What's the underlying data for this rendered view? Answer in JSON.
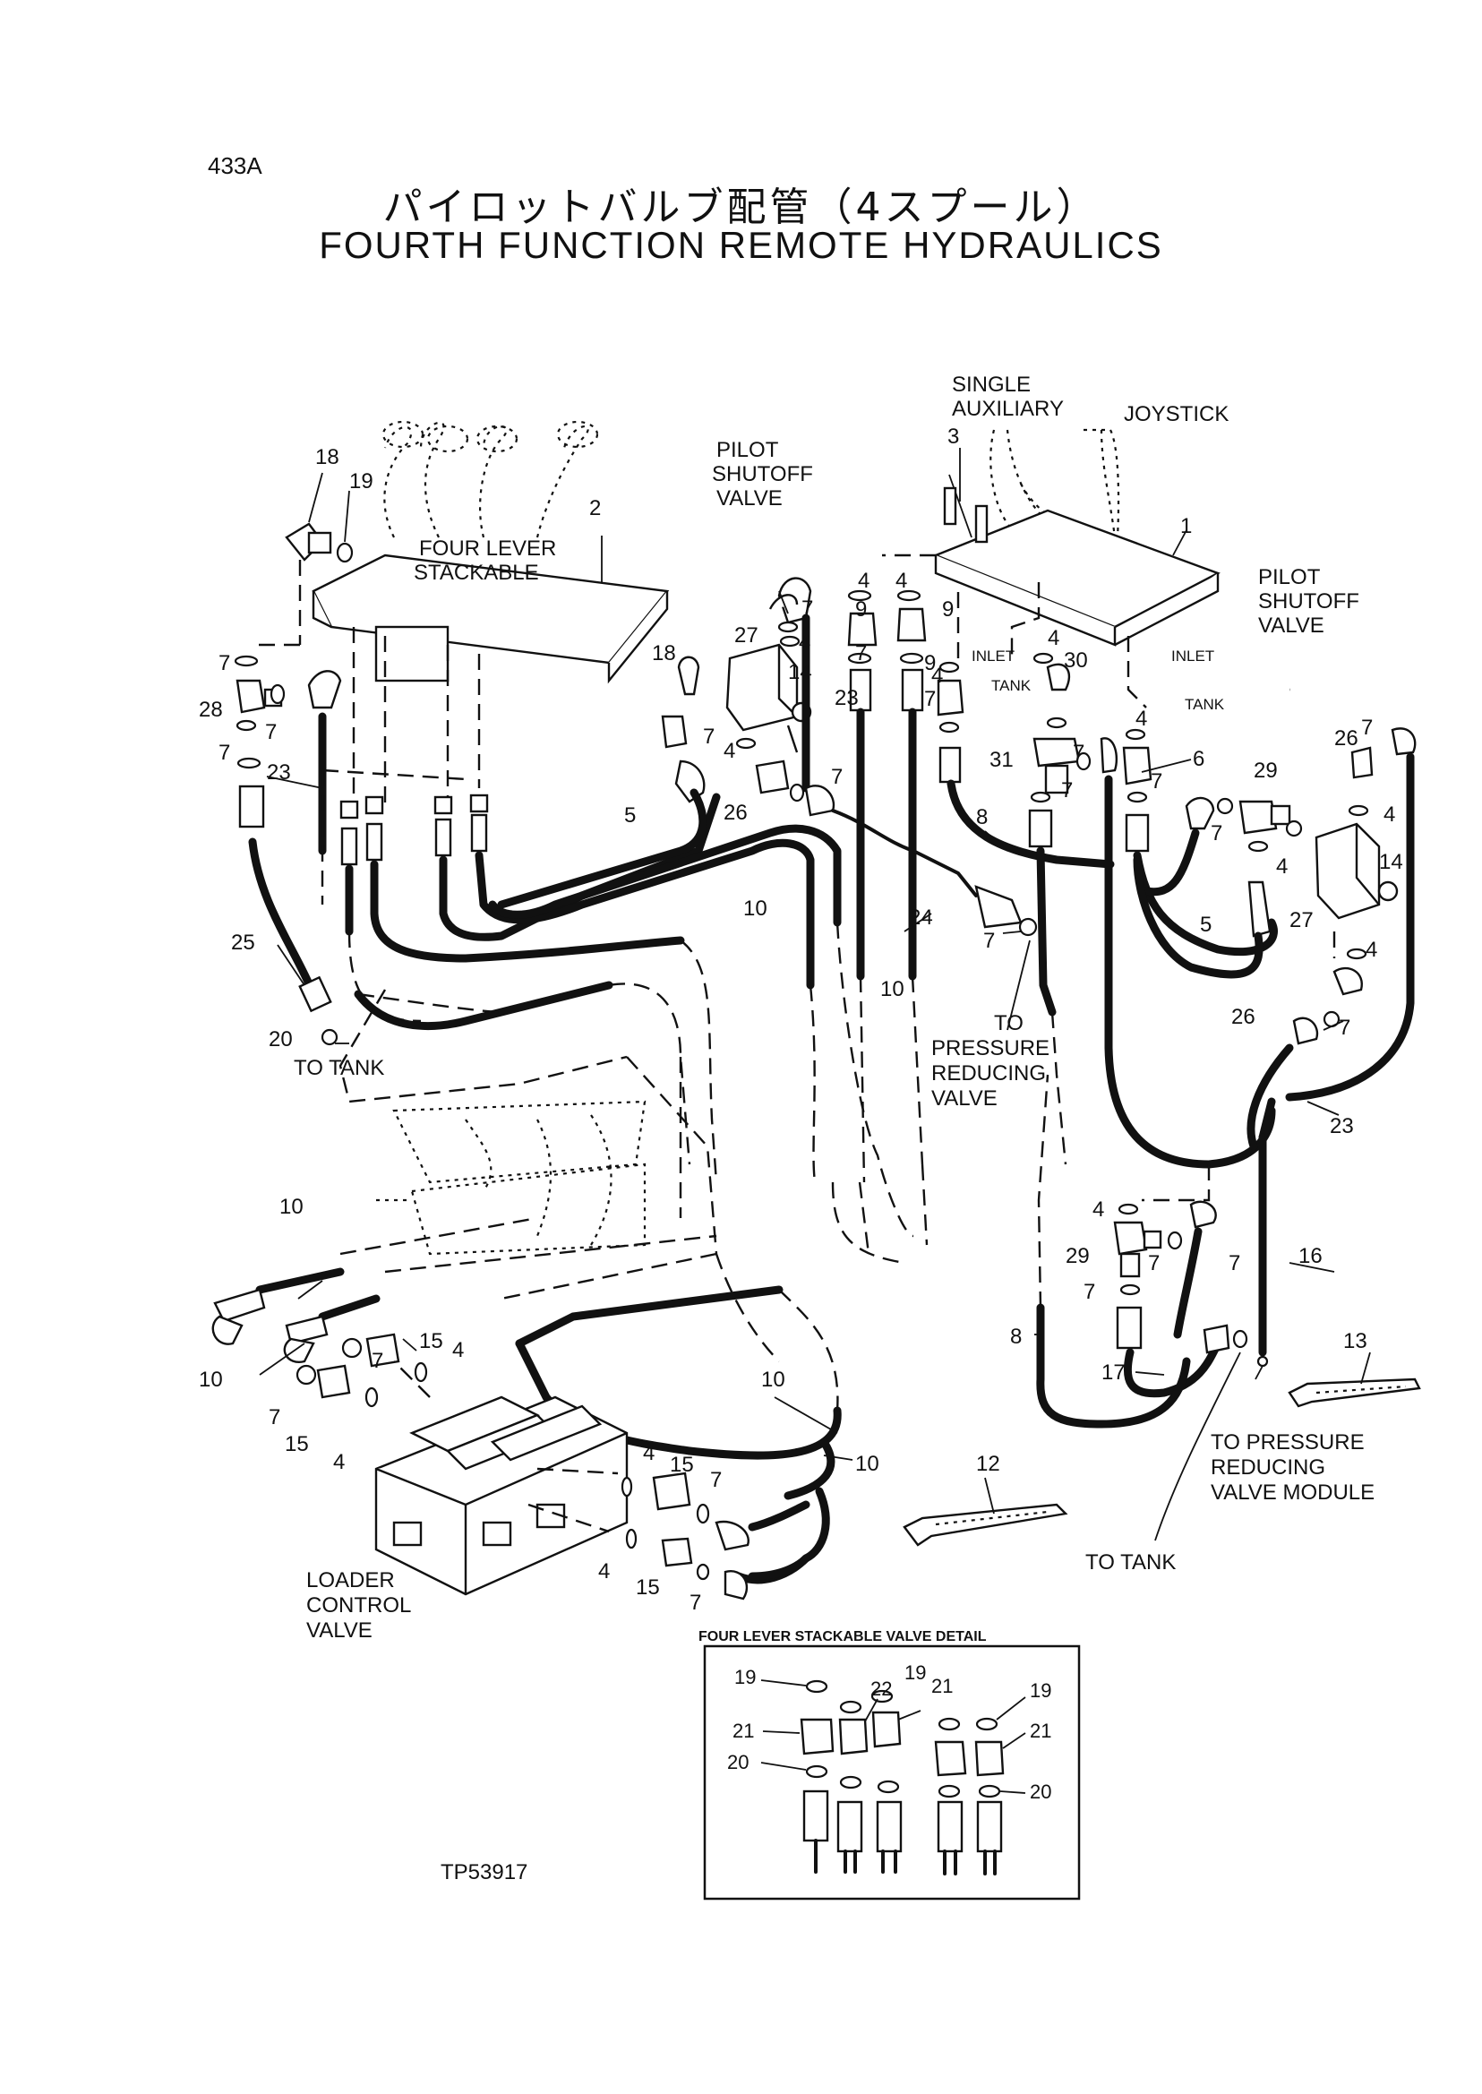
{
  "header": {
    "page_id": "433A",
    "title_jp": "パイロットバルブ配管（4スプール）",
    "title_en": "FOURTH FUNCTION REMOTE HYDRAULICS"
  },
  "labels": {
    "four_lever_stackable": [
      "FOUR LEVER",
      "STACKABLE"
    ],
    "pilot_shutoff_left": [
      "PILOT",
      "SHUTOFF",
      "VALVE"
    ],
    "single_auxiliary": [
      "SINGLE",
      "AUXILIARY"
    ],
    "joystick": "JOYSTICK",
    "pilot_shutoff_right": [
      "PILOT",
      "SHUTOFF",
      "VALVE"
    ],
    "inlet_left": "INLET",
    "tank_left": "TANK",
    "inlet_right": "INLET",
    "tank_right": "TANK",
    "to_tank_left": "TO TANK",
    "to_pressure_reducing_valve": [
      "TO",
      "PRESSURE",
      "REDUCING",
      "VALVE"
    ],
    "loader_control_valve": [
      "LOADER",
      "CONTROL",
      "VALVE"
    ],
    "to_tank_right": "TO TANK",
    "to_pressure_reducing_valve_module": [
      "TO PRESSURE",
      "REDUCING",
      "VALVE MODULE"
    ],
    "detail_title": "FOUR LEVER STACKABLE VALVE DETAIL",
    "figure_id": "TP53917"
  },
  "callouts": [
    {
      "id": "c18a",
      "text": "18"
    },
    {
      "id": "c19a",
      "text": "19"
    },
    {
      "id": "c2",
      "text": "2"
    },
    {
      "id": "c7a",
      "text": "7"
    },
    {
      "id": "c28",
      "text": "28"
    },
    {
      "id": "c7b",
      "text": "7"
    },
    {
      "id": "c7c",
      "text": "7"
    },
    {
      "id": "c23a",
      "text": "23"
    },
    {
      "id": "c25",
      "text": "25"
    },
    {
      "id": "c20a",
      "text": "20"
    },
    {
      "id": "c18b",
      "text": "18"
    },
    {
      "id": "c27a",
      "text": "27"
    },
    {
      "id": "c4a",
      "text": "4"
    },
    {
      "id": "c14a",
      "text": "14"
    },
    {
      "id": "c7d",
      "text": "7"
    },
    {
      "id": "c4b",
      "text": "4"
    },
    {
      "id": "c23b",
      "text": "23"
    },
    {
      "id": "c7e",
      "text": "7"
    },
    {
      "id": "c26a",
      "text": "26"
    },
    {
      "id": "c5a",
      "text": "5"
    },
    {
      "id": "c7f",
      "text": "7"
    },
    {
      "id": "c4c",
      "text": "4"
    },
    {
      "id": "c4d",
      "text": "4"
    },
    {
      "id": "c9a",
      "text": "9"
    },
    {
      "id": "c9b",
      "text": "9"
    },
    {
      "id": "c7g",
      "text": "7"
    },
    {
      "id": "c9c",
      "text": "9"
    },
    {
      "id": "c7h",
      "text": "7"
    },
    {
      "id": "c4e",
      "text": "4"
    },
    {
      "id": "c3",
      "text": "3"
    },
    {
      "id": "c1",
      "text": "1"
    },
    {
      "id": "c4f",
      "text": "4"
    },
    {
      "id": "c30",
      "text": "30"
    },
    {
      "id": "c4g",
      "text": "4"
    },
    {
      "id": "c31",
      "text": "31"
    },
    {
      "id": "c7i",
      "text": "7"
    },
    {
      "id": "c7j",
      "text": "7"
    },
    {
      "id": "c7k",
      "text": "7"
    },
    {
      "id": "c6",
      "text": "6"
    },
    {
      "id": "c8a",
      "text": "8"
    },
    {
      "id": "c10a",
      "text": "10"
    },
    {
      "id": "c24",
      "text": "24"
    },
    {
      "id": "c10b",
      "text": "10"
    },
    {
      "id": "c7l",
      "text": "7"
    },
    {
      "id": "c29a",
      "text": "29"
    },
    {
      "id": "c7m",
      "text": "7"
    },
    {
      "id": "c4h",
      "text": "4"
    },
    {
      "id": "c26b",
      "text": "26"
    },
    {
      "id": "c7n",
      "text": "7"
    },
    {
      "id": "c4i",
      "text": "4"
    },
    {
      "id": "c14b",
      "text": "14"
    },
    {
      "id": "c27b",
      "text": "27"
    },
    {
      "id": "c4j",
      "text": "4"
    },
    {
      "id": "c5b",
      "text": "5"
    },
    {
      "id": "c26c",
      "text": "26"
    },
    {
      "id": "c7o",
      "text": "7"
    },
    {
      "id": "c23c",
      "text": "23"
    },
    {
      "id": "c10c",
      "text": "10"
    },
    {
      "id": "c10d",
      "text": "10"
    },
    {
      "id": "c7p",
      "text": "7"
    },
    {
      "id": "c15a",
      "text": "15"
    },
    {
      "id": "c4k",
      "text": "4"
    },
    {
      "id": "c7q",
      "text": "7"
    },
    {
      "id": "c15b",
      "text": "15"
    },
    {
      "id": "c4l",
      "text": "4"
    },
    {
      "id": "c10e",
      "text": "10"
    },
    {
      "id": "c10f",
      "text": "10"
    },
    {
      "id": "c4m",
      "text": "4"
    },
    {
      "id": "c15c",
      "text": "15"
    },
    {
      "id": "c7r",
      "text": "7"
    },
    {
      "id": "c4n",
      "text": "4"
    },
    {
      "id": "c15d",
      "text": "15"
    },
    {
      "id": "c7s",
      "text": "7"
    },
    {
      "id": "c12",
      "text": "12"
    },
    {
      "id": "c4o",
      "text": "4"
    },
    {
      "id": "c29b",
      "text": "29"
    },
    {
      "id": "c7t",
      "text": "7"
    },
    {
      "id": "c7u",
      "text": "7"
    },
    {
      "id": "c8b",
      "text": "8"
    },
    {
      "id": "c17",
      "text": "17"
    },
    {
      "id": "c7v",
      "text": "7"
    },
    {
      "id": "c16",
      "text": "16"
    },
    {
      "id": "c13",
      "text": "13"
    }
  ],
  "detail_callouts": [
    {
      "id": "d19a",
      "text": "19"
    },
    {
      "id": "d21a",
      "text": "21"
    },
    {
      "id": "d20a",
      "text": "20"
    },
    {
      "id": "d22",
      "text": "22"
    },
    {
      "id": "d19b",
      "text": "19"
    },
    {
      "id": "d21b",
      "text": "21"
    },
    {
      "id": "d19c",
      "text": "19"
    },
    {
      "id": "d21c",
      "text": "21"
    },
    {
      "id": "d20b",
      "text": "20"
    }
  ]
}
